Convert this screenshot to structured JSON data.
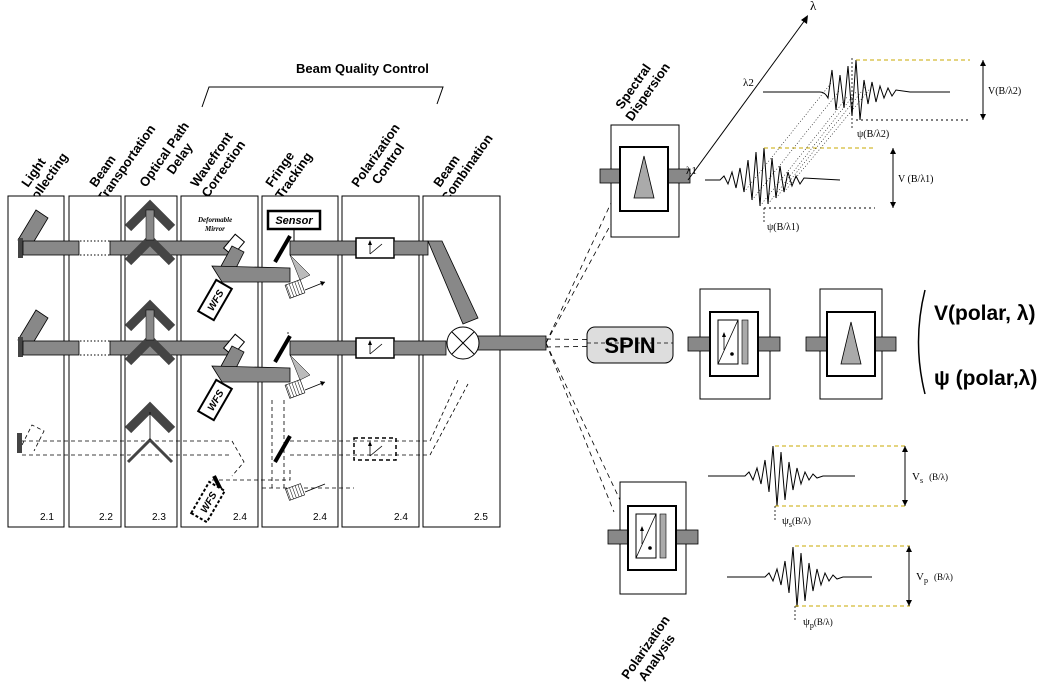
{
  "header": {
    "group_label": "Beam Quality Control"
  },
  "stages": [
    {
      "label_line1": "Light",
      "label_line2": "Collecting",
      "number": "2.1"
    },
    {
      "label_line1": "Beam",
      "label_line2": "Transportation",
      "number": "2.2"
    },
    {
      "label_line1": "Optical Path",
      "label_line2": "Delay",
      "number": "2.3"
    },
    {
      "label_line1": "Wavefront",
      "label_line2": "Correction",
      "number": "2.4"
    },
    {
      "label_line1": "Fringe",
      "label_line2": "Tracking",
      "number": "2.4"
    },
    {
      "label_line1": "Polarization",
      "label_line2": "Control",
      "number": "2.4"
    },
    {
      "label_line1": "Beam",
      "label_line2": "Combination",
      "number": "2.5"
    }
  ],
  "components": {
    "deformable_mirror_line1": "Deformable",
    "deformable_mirror_line2": "Mirror",
    "sensor": "Sensor",
    "wfs": "WFS"
  },
  "spectral": {
    "title_line1": "Spectral",
    "title_line2": "Dispersion",
    "axis": "λ",
    "lambda1": "λ1",
    "lambda2": "λ2",
    "v_lambda2": "V(B/λ2)",
    "psi_lambda2": "ψ(B/λ2)",
    "v_lambda1": "V (B/λ1)",
    "psi_lambda1": "ψ(B/λ1)"
  },
  "spin": {
    "label": "SPIN",
    "result_v": "V(polar, λ)",
    "result_psi": "ψ (polar,λ)"
  },
  "polarization": {
    "title_line1": "Polarization",
    "title_line2": "Analysis",
    "vs_main": "V",
    "vs_sub": "s",
    "vs_arg": "(B/λ)",
    "psis_main": "ψ",
    "psis_sub": "s",
    "psis_arg": "(B/λ)",
    "vp_main": "V",
    "vp_sub": "p",
    "vp_arg": "(B/λ)",
    "psip_main": "ψ",
    "psip_sub": "p",
    "psip_arg": "(B/λ)"
  }
}
